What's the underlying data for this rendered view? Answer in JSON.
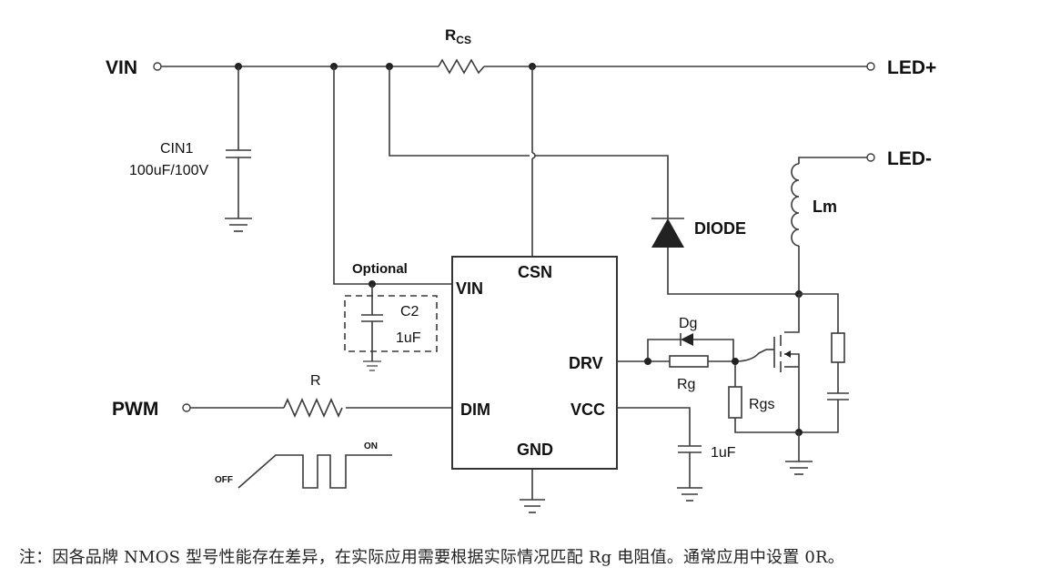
{
  "terminals": {
    "vin": "VIN",
    "led_plus": "LED+",
    "led_minus": "LED-",
    "pwm": "PWM"
  },
  "components": {
    "rcs_main": "R",
    "rcs_sub": "CS",
    "cin1_name": "CIN1",
    "cin1_value": "100uF/100V",
    "diode": "DIODE",
    "inductor": "Lm",
    "optional": "Optional",
    "c2_name": "C2",
    "c2_value": "1uF",
    "r": "R",
    "dg": "Dg",
    "rg": "Rg",
    "rgs": "Rgs",
    "vcc_cap": "1uF"
  },
  "ic_pins": {
    "vin": "VIN",
    "csn": "CSN",
    "drv": "DRV",
    "dim": "DIM",
    "vcc": "VCC",
    "gnd": "GND"
  },
  "pwm_wave": {
    "off": "OFF",
    "on": "ON"
  },
  "note": "注：因各品牌 NMOS 型号性能存在差异，在实际应用需要根据实际情况匹配 Rg 电阻值。通常应用中设置 0R。"
}
